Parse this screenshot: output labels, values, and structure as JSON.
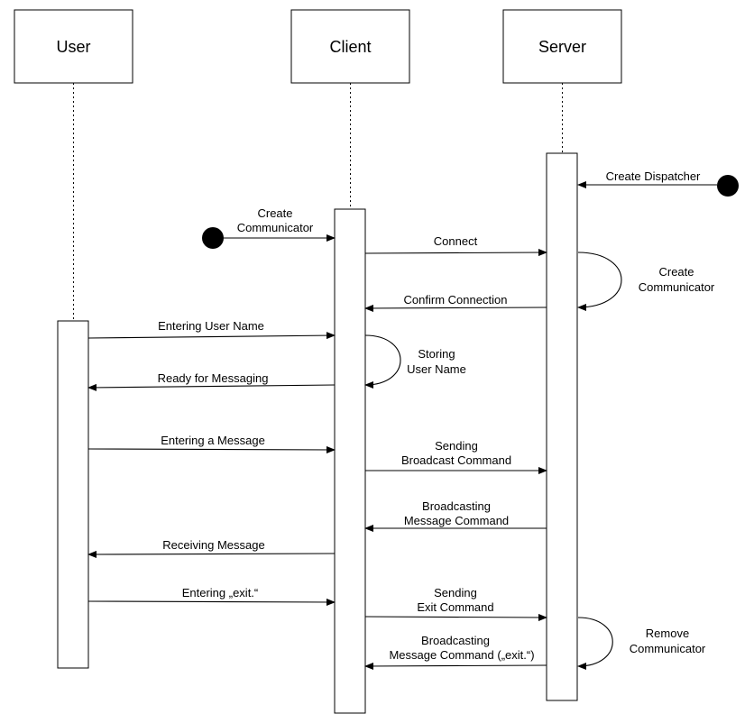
{
  "participants": {
    "user": "User",
    "client": "Client",
    "server": "Server"
  },
  "messages": {
    "create_dispatcher": "Create Dispatcher",
    "create_communicator_1": "Create",
    "create_communicator_2": "Communicator",
    "connect": "Connect",
    "server_create_communicator_1": "Create",
    "server_create_communicator_2": "Communicator",
    "confirm_connection": "Confirm Connection",
    "entering_user_name": "Entering User Name",
    "storing_user_name_1": "Storing",
    "storing_user_name_2": "User Name",
    "ready_for_messaging": "Ready for Messaging",
    "entering_message": "Entering a Message",
    "sending_broadcast_1": "Sending",
    "sending_broadcast_2": "Broadcast Command",
    "broadcasting_message_1": "Broadcasting",
    "broadcasting_message_2": "Message Command",
    "receiving_message": "Receiving Message",
    "entering_exit": "Entering „exit.“",
    "sending_exit_1": "Sending",
    "sending_exit_2": "Exit Command",
    "remove_communicator_1": "Remove",
    "remove_communicator_2": "Communicator",
    "broadcasting_exit_1": "Broadcasting",
    "broadcasting_exit_2": "Message Command („exit.“)"
  }
}
